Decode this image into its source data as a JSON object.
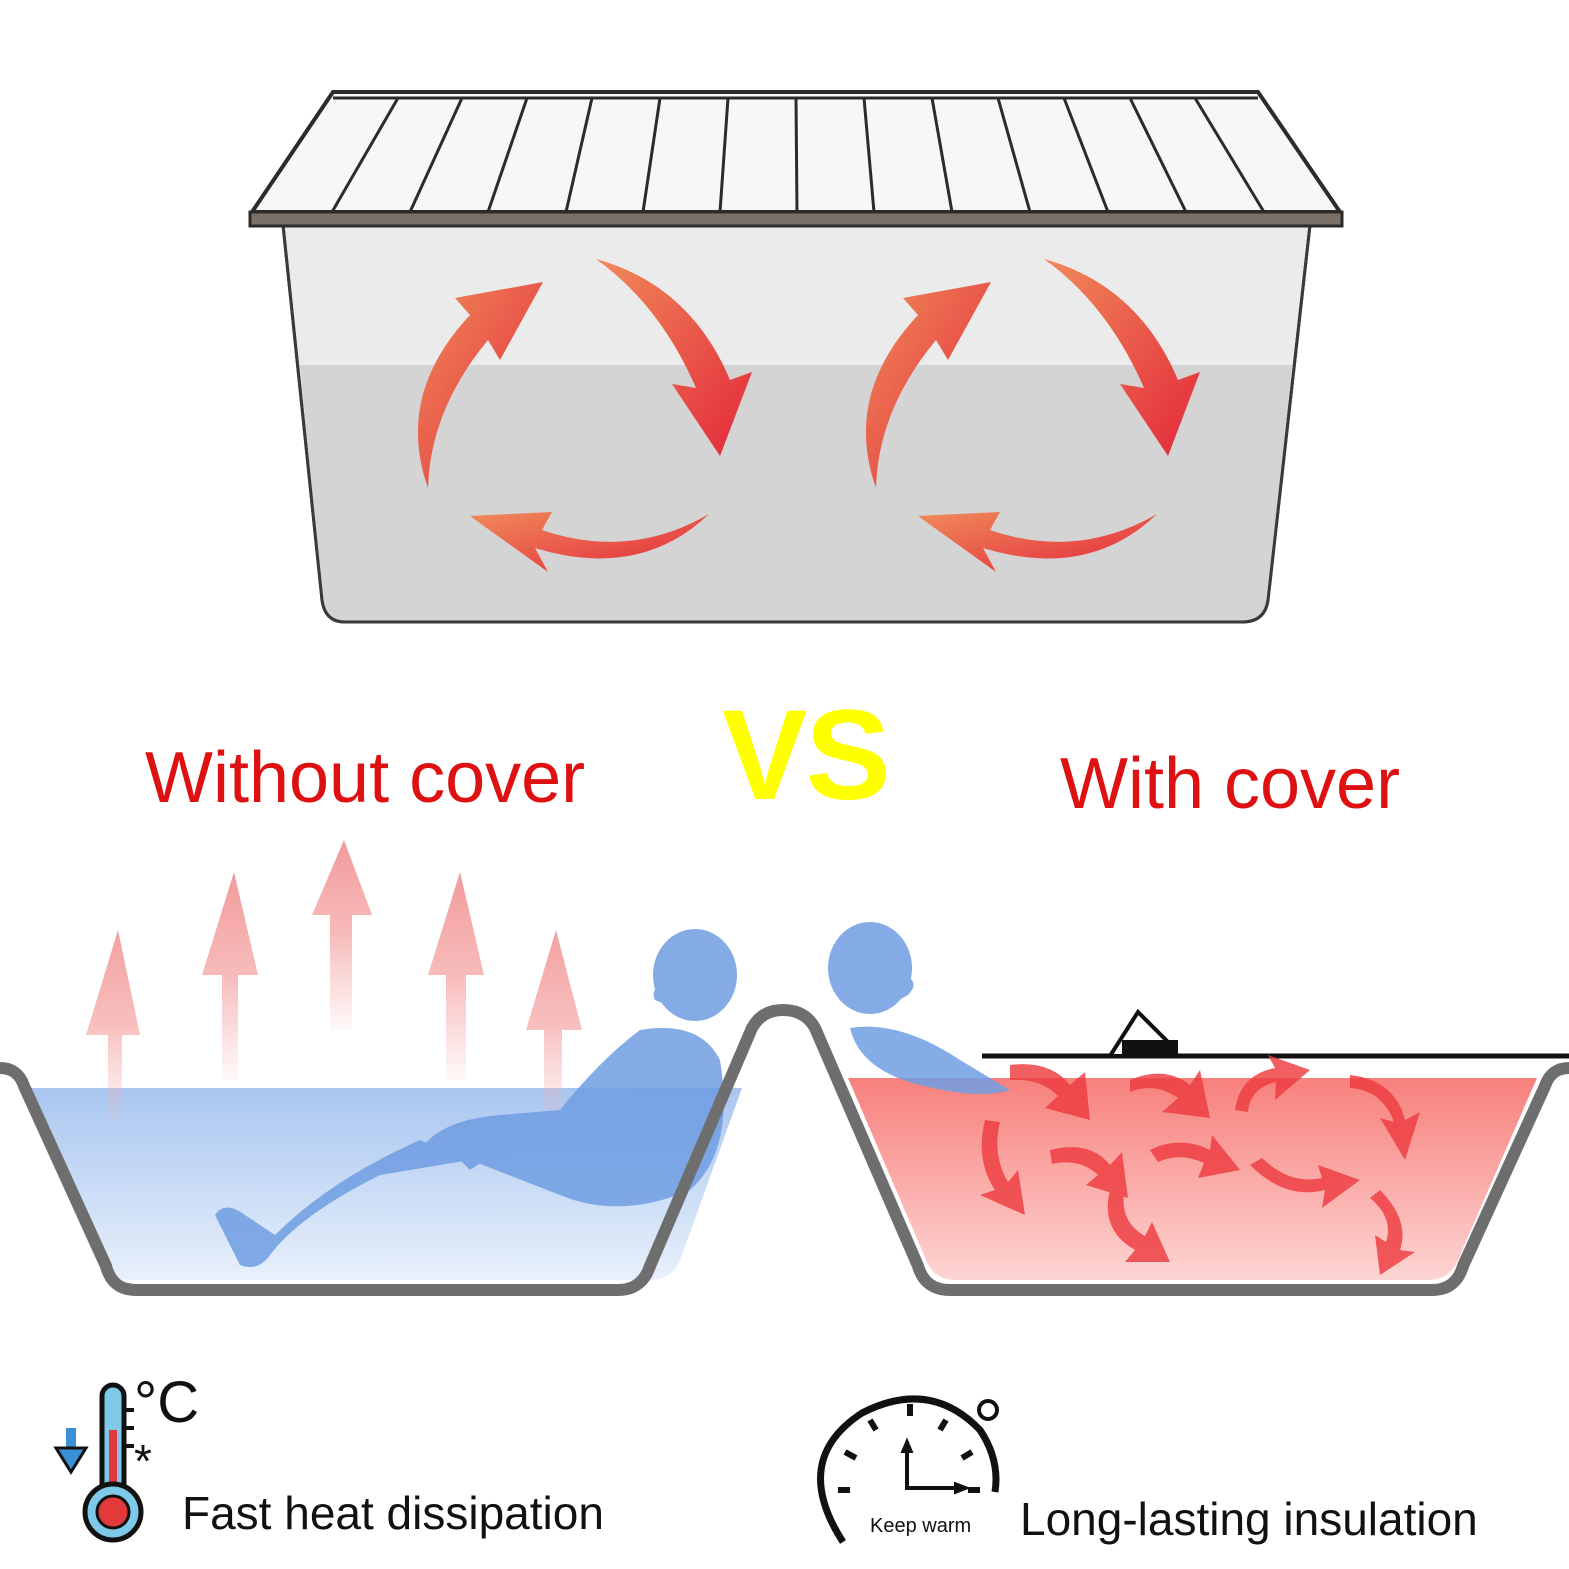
{
  "labels": {
    "without": "Without cover",
    "vs": "VS",
    "with": "With cover"
  },
  "captions": {
    "fast_heat": "Fast heat dissipation",
    "insulation": "Long-lasting insulation",
    "keep_warm": "Keep warm",
    "degree_c": "°C",
    "snow": "*"
  },
  "colors": {
    "red_text": "#dd1111",
    "vs_yellow": "#ffff00",
    "heat_arrow": "#e8383a",
    "cool_water": "#b7cff2",
    "warm_water": "#f8948f",
    "body_blue": "#6e9be0",
    "tub_gray": "#6e6e6e",
    "container_fill": "#d5d5d5"
  },
  "icons": [
    "thermometer-icon",
    "down-arrow-icon",
    "snowflake-icon",
    "gauge-clock-icon"
  ]
}
